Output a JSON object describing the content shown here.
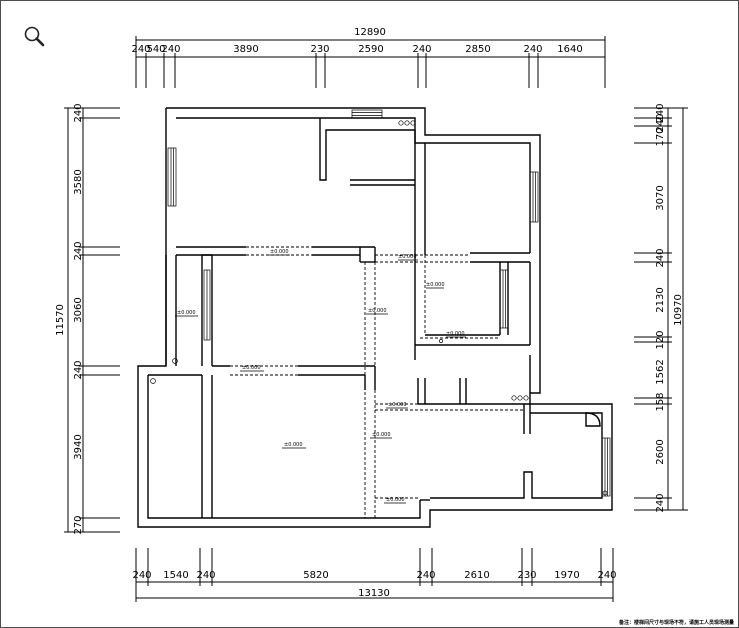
{
  "icons": {
    "zoom": "magnifier-icon"
  },
  "dims": {
    "top_total": "12890",
    "top_segments": [
      "240",
      "540",
      "240",
      "3890",
      "230",
      "2590",
      "240",
      "2850",
      "240",
      "1640"
    ],
    "bottom_total": "13130",
    "bottom_segments": [
      "240",
      "1540",
      "240",
      "5820",
      "240",
      "2610",
      "230",
      "1970",
      "240"
    ],
    "left_total": "11570",
    "left_segments": [
      "240",
      "3580",
      "240",
      "3060",
      "240",
      "3940",
      "270"
    ],
    "right_total": "10970",
    "right_segments": [
      "240",
      "240",
      "170",
      "3070",
      "240",
      "2130",
      "120",
      "1562",
      "158",
      "2600",
      "240"
    ]
  },
  "levels": {
    "l1": "±0.000",
    "l2": "±0.000",
    "l3": "±0.000",
    "l4": "±0.000",
    "l5": "±0.000",
    "l6": "±0.000",
    "l7": "±0.000",
    "l8": "±0.000",
    "l9": "±0.000",
    "l10": "±0.000",
    "l11": "±0.000",
    "l12": "±0.000"
  },
  "note": "备注：楼梯间尺寸与现场不符，请施工人员现场测量"
}
